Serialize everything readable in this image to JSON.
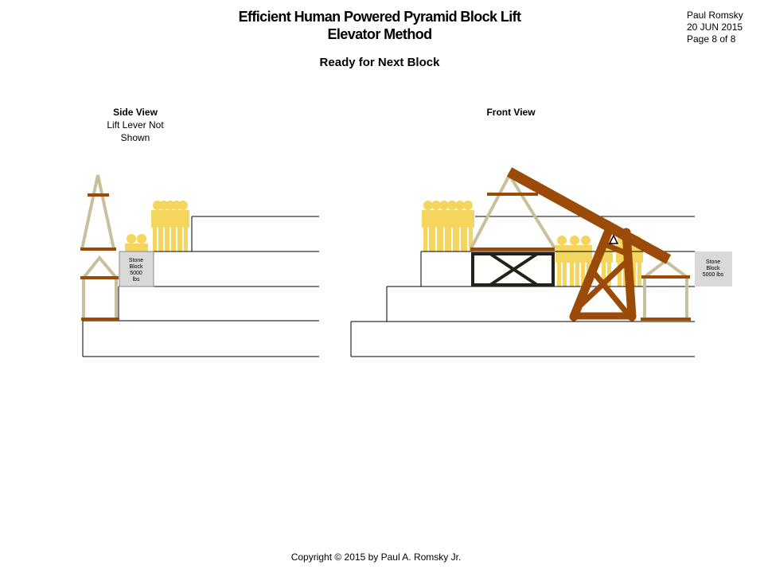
{
  "header": {
    "title_line1": "Efficient Human Powered Pyramid Block Lift",
    "title_line2": "Elevator Method",
    "author": "Paul Romsky",
    "date": "20 JUN 2015",
    "page": "Page 8 of 8",
    "subtitle": "Ready for Next Block"
  },
  "side_view": {
    "title": "Side View",
    "note_line1": "Lift Lever Not",
    "note_line2": "Shown",
    "block": {
      "line1": "Stone",
      "line2": "Block",
      "line3": "5000",
      "line4": "lbs"
    }
  },
  "front_view": {
    "title": "Front View",
    "block": {
      "line1": "Stone",
      "line2": "Block",
      "line3": "5000 lbs"
    }
  },
  "footer": {
    "copyright": "Copyright © 2015 by Paul A. Romsky Jr."
  },
  "colors": {
    "wood": "#9b4a08",
    "frame": "#c8bf9c",
    "people": "#f4d55d",
    "block": "#d9d9d9",
    "crate": "#222218"
  }
}
